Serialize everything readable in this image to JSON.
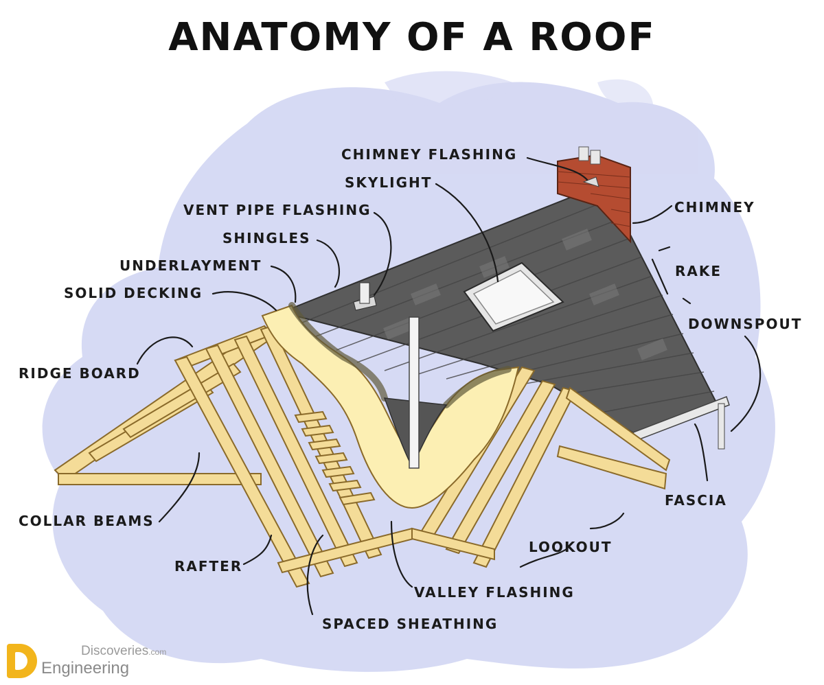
{
  "title": "ANATOMY OF A ROOF",
  "labels": {
    "chimney_flashing": "CHIMNEY FLASHING",
    "skylight": "SKYLIGHT",
    "vent_pipe_flashing": "VENT PIPE FLASHING",
    "shingles": "SHINGLES",
    "underlayment": "UNDERLAYMENT",
    "solid_decking": "SOLID DECKING",
    "ridge_board": "RIDGE BOARD",
    "collar_beams": "COLLAR BEAMS",
    "rafter": "RAFTER",
    "spaced_sheathing": "SPACED SHEATHING",
    "valley_flashing": "VALLEY FLASHING",
    "lookout": "LOOKOUT",
    "fascia": "FASCIA",
    "downspout": "DOWNSPOUT",
    "rake": "RAKE",
    "chimney": "CHIMNEY"
  },
  "brand": {
    "line1": "Discoveries",
    "line1_suffix": ".com",
    "line2": "Engineering"
  },
  "colors": {
    "wood": "#f5dfa0",
    "wood_edge": "#8a6a2a",
    "decking": "#fbf0b4",
    "shingle": "#5c5c5c",
    "brick": "#b04a30",
    "wash": "#c9cdef",
    "brand_yellow": "#f2b51c"
  }
}
